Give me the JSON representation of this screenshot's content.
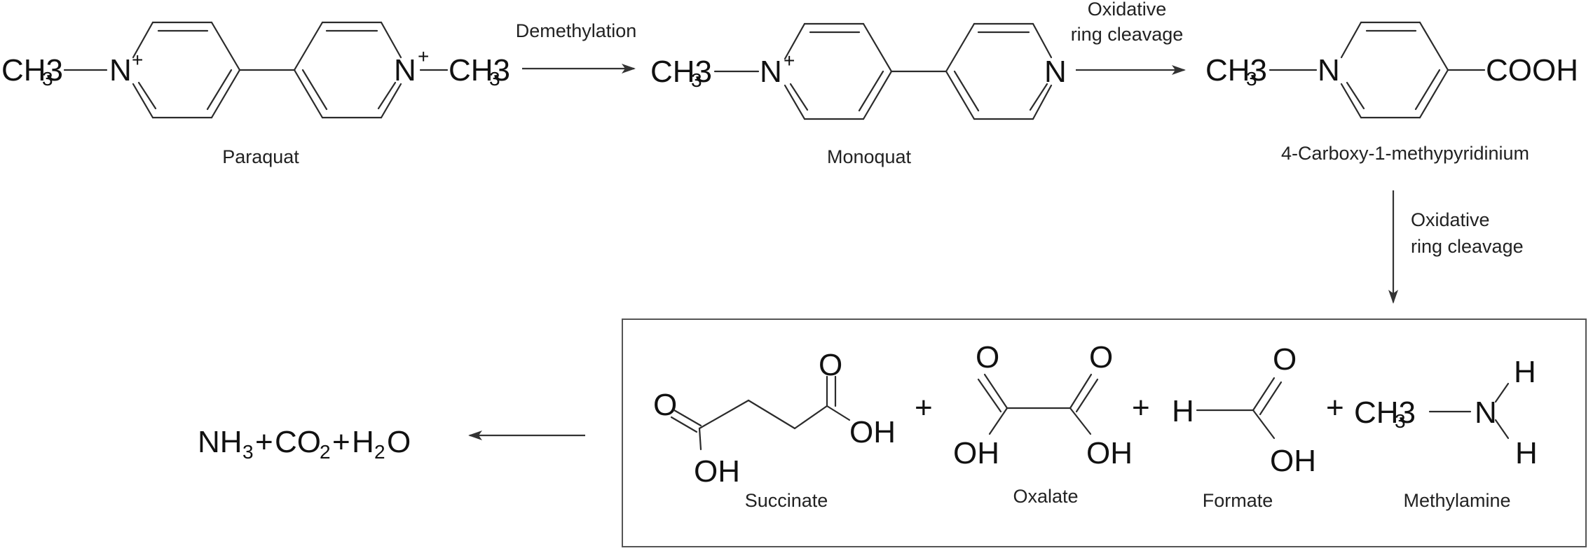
{
  "title": "",
  "compounds": {
    "paraquat": {
      "name": "Paraquat",
      "left_methyl": "CH3",
      "right_methyl": "CH3",
      "n_left": "N",
      "n_right": "N",
      "charge": "+"
    },
    "monoquat": {
      "name": "Monoquat",
      "methyl": "CH3",
      "n_charged": "N",
      "n_neutral": "N",
      "charge": "+"
    },
    "carboxy": {
      "name": "4-Carboxy-1-methypyridinium",
      "methyl": "CH3",
      "n": "N",
      "cooh": "COOH"
    },
    "succinate": {
      "name": "Succinate",
      "o1": "O",
      "o2": "O",
      "oh1": "OH",
      "oh2": "OH"
    },
    "oxalate": {
      "name": "Oxalate",
      "o1": "O",
      "o2": "O",
      "oh1": "OH",
      "oh2": "OH"
    },
    "formate": {
      "name": "Formate",
      "h": "H",
      "o": "O",
      "oh": "OH"
    },
    "methylamine": {
      "name": "Methylamine",
      "methyl": "CH3",
      "n": "N",
      "h1": "H",
      "h2": "H"
    }
  },
  "steps": {
    "step1": "Demethylation",
    "step2_line1": "Oxidative",
    "step2_line2": "ring cleavage",
    "step3_line1": "Oxidative",
    "step3_line2": "ring cleavage"
  },
  "plus_sign": "+",
  "final_products": {
    "nh3": "NH",
    "co2": "CO",
    "h2o": "H",
    "o": "O",
    "sub3": "3",
    "sub2": "2",
    "plus": "+"
  }
}
